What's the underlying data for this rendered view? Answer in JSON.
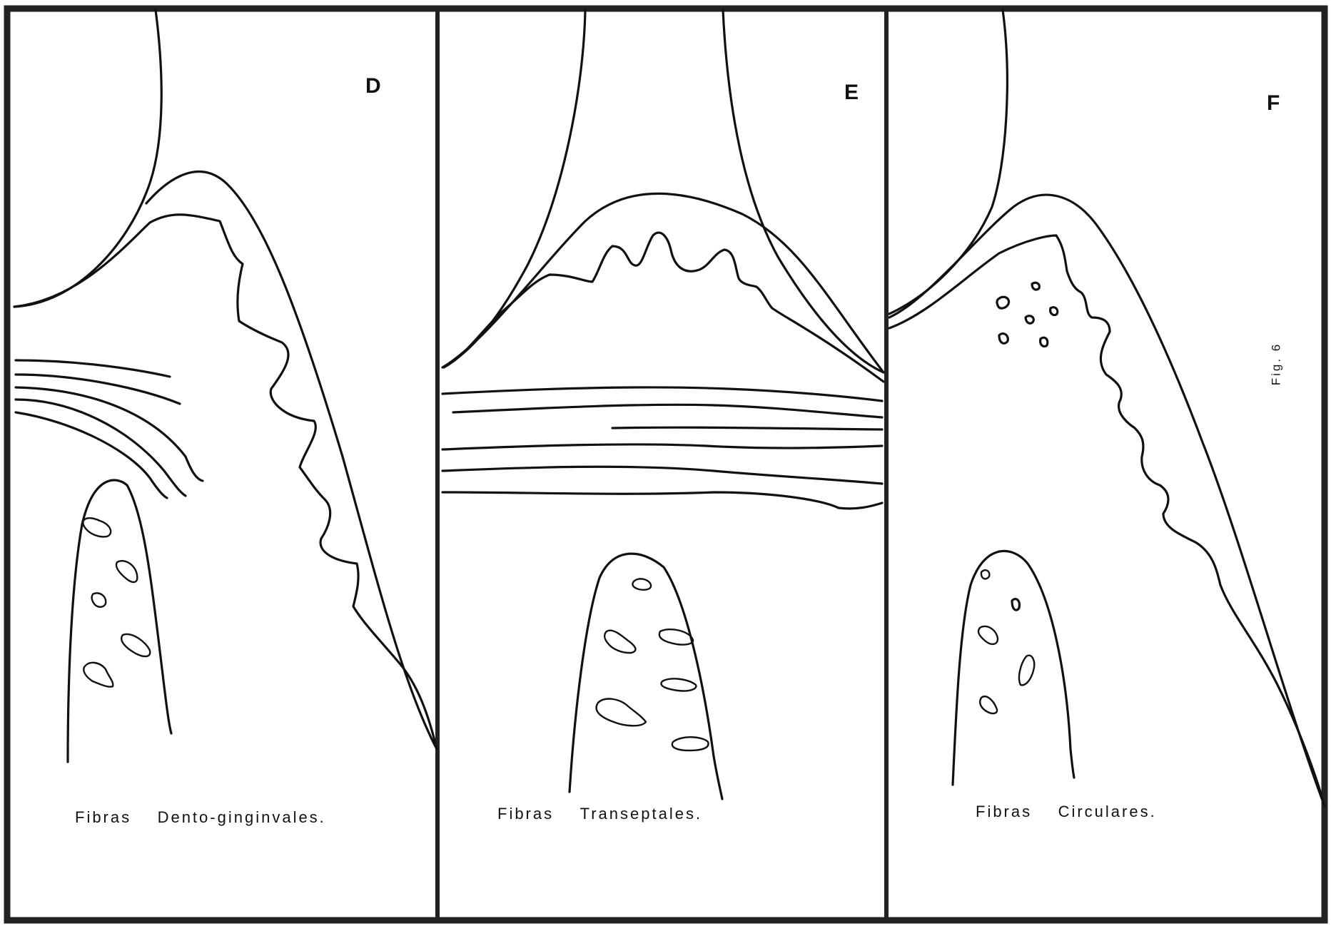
{
  "figure_label": "Fig. 6",
  "panels": [
    {
      "letter": "D",
      "caption_word1": "Fibras",
      "caption_word2": "Dento-ginginvales."
    },
    {
      "letter": "E",
      "caption_word1": "Fibras",
      "caption_word2": "Transeptales."
    },
    {
      "letter": "F",
      "caption_word1": "Fibras",
      "caption_word2": "Circulares."
    }
  ]
}
